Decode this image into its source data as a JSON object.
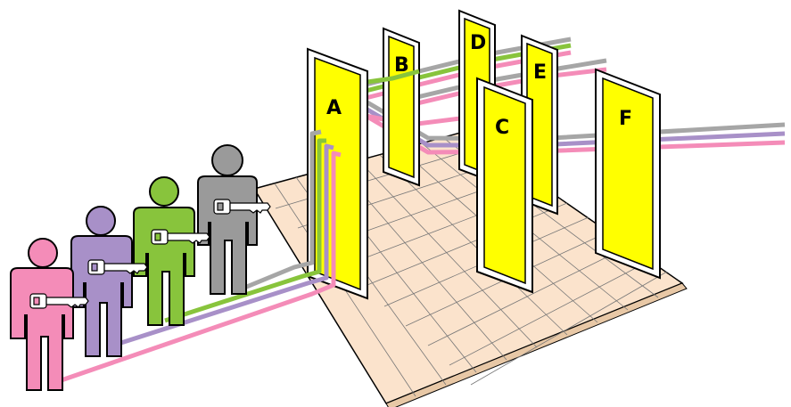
{
  "doors": [
    {
      "id": "A",
      "label": "A"
    },
    {
      "id": "B",
      "label": "B"
    },
    {
      "id": "C",
      "label": "C"
    },
    {
      "id": "D",
      "label": "D"
    },
    {
      "id": "E",
      "label": "E"
    },
    {
      "id": "F",
      "label": "F"
    }
  ],
  "people": [
    {
      "id": "pink",
      "color": "#f48cb8"
    },
    {
      "id": "purple",
      "color": "#a890c8"
    },
    {
      "id": "green",
      "color": "#88c43c"
    },
    {
      "id": "gray",
      "color": "#9a9a9a"
    }
  ],
  "colors": {
    "door_panel": "#ffff00",
    "floor": "#fbe3cc",
    "pink_path": "#f48cb8",
    "purple_path": "#a890c8",
    "green_path": "#88c43c",
    "gray_path": "#a6a6a6"
  },
  "icons": [
    "key-icon",
    "person-icon",
    "door-icon"
  ]
}
